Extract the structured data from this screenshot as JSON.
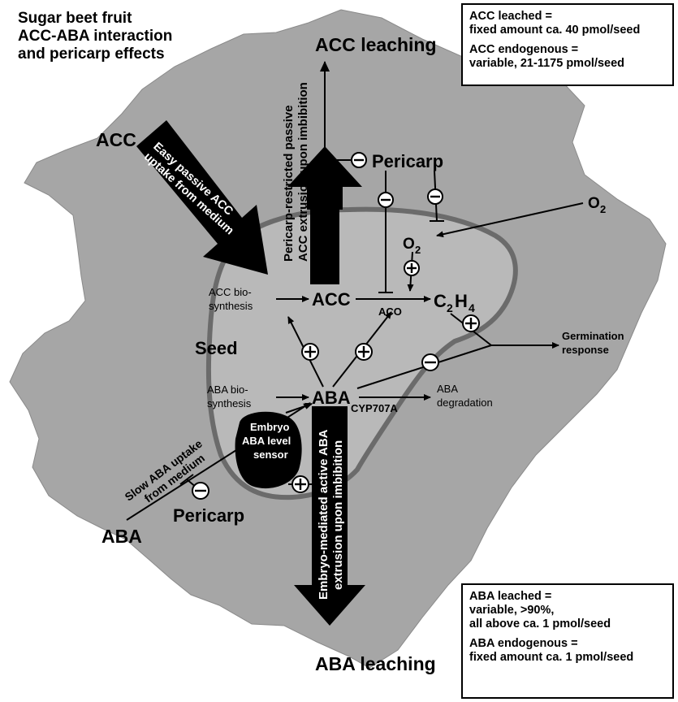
{
  "title": {
    "line1": "Sugar beet fruit",
    "line2": "ACC-ABA interaction",
    "line3": "and pericarp effects"
  },
  "info_top": {
    "acc_leached_l1": "ACC leached =",
    "acc_leached_l2": "fixed amount ca. 40 pmol/seed",
    "acc_endo_l1": "ACC endogenous =",
    "acc_endo_l2": "variable, 21-1175 pmol/seed"
  },
  "info_bottom": {
    "aba_leached_l1": "ABA leached =",
    "aba_leached_l2": "variable, >90%,",
    "aba_leached_l3": "all above ca. 1 pmol/seed",
    "aba_endo_l1": "ABA endogenous =",
    "aba_endo_l2": "fixed amount ca. 1 pmol/seed"
  },
  "labels": {
    "acc_leaching": "ACC leaching",
    "aba_leaching": "ABA leaching",
    "acc_source": "ACC",
    "aba_source": "ABA",
    "acc_uptake_l1": "Easy passive ACC",
    "acc_uptake_l2": "uptake from medium",
    "acc_extrusion_l1": "Pericarp-restricted passive",
    "acc_extrusion_l2": "ACC extrusion upon imbibition",
    "aba_extrusion_l1": "Embryo-mediated active ABA",
    "aba_extrusion_l2": "extrusion upon imbibition",
    "aba_uptake_l1": "Slow ABA uptake",
    "aba_uptake_l2": "from medium",
    "pericarp_top": "Pericarp",
    "pericarp_bottom": "Pericarp",
    "o2_outside": "O",
    "o2_inside": "O",
    "o2_subscript": "2",
    "acc_center": "ACC",
    "aba_center": "ABA",
    "aco": "ACO",
    "c2h4_c": "C",
    "c2h4_c_sub": "2",
    "c2h4_h": "H",
    "c2h4_h_sub": "4",
    "seed": "Seed",
    "acc_biosynthesis_l1": "ACC bio-",
    "acc_biosynthesis_l2": "synthesis",
    "aba_biosynthesis_l1": "ABA bio-",
    "aba_biosynthesis_l2": "synthesis",
    "cyp707a": "CYP707A",
    "aba_degradation_l1": "ABA",
    "aba_degradation_l2": "degradation",
    "germination_l1": "Germination",
    "germination_l2": "response",
    "sensor_l1": "Embryo",
    "sensor_l2": "ABA level",
    "sensor_l3": "sensor"
  },
  "colors": {
    "fruit_fill": "#a6a6a6",
    "seed_outline": "#6b6b6b",
    "seed_interior": "#b9b9b9",
    "ink": "#000000",
    "box_fill": "#ffffff"
  }
}
